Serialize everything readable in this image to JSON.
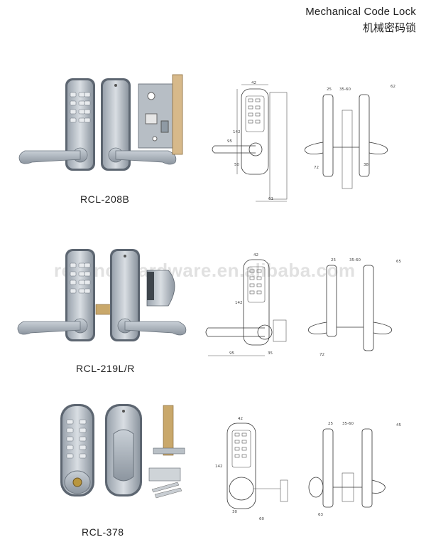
{
  "header": {
    "title_en": "Mechanical Code Lock",
    "title_cn": "机械密码锁"
  },
  "watermark": "reliancehardware.en.alibaba.com",
  "products": [
    {
      "model": "RCL-208B",
      "dims": {
        "a": "42",
        "b": "142",
        "c": "95",
        "d": "50",
        "e": "61",
        "f": "25",
        "g": "35-60",
        "h": "62",
        "i": "72",
        "j": "38"
      }
    },
    {
      "model": "RCL-219L/R",
      "dims": {
        "a": "42",
        "b": "142",
        "c": "95",
        "d": "35",
        "f": "25",
        "g": "35-60",
        "h": "65",
        "i": "72"
      }
    },
    {
      "model": "RCL-378",
      "dims": {
        "a": "42",
        "b": "142",
        "c": "60",
        "d": "30",
        "f": "25",
        "g": "35-60",
        "h": "45",
        "i": "63"
      }
    }
  ]
}
